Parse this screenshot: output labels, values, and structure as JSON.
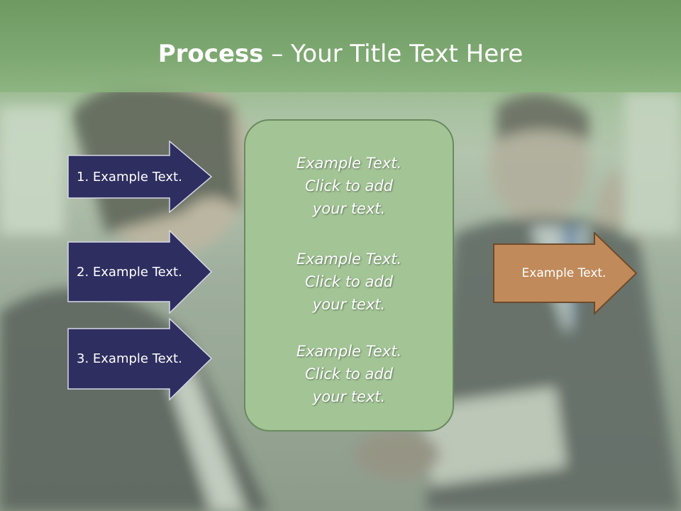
{
  "slide": {
    "title_bold": "Process",
    "title_rest": " – Your Title Text Here",
    "left_arrows": [
      {
        "label": "1. Example Text."
      },
      {
        "label": "2. Example Text."
      },
      {
        "label": "3. Example Text."
      }
    ],
    "center_box": {
      "paragraphs": [
        {
          "line1": "Example Text.",
          "line2": "Click  to add",
          "line3": "your text."
        },
        {
          "line1": "Example Text.",
          "line2": "Click  to add",
          "line3": "your text."
        },
        {
          "line1": "Example Text.",
          "line2": "Click  to add",
          "line3": "your text."
        }
      ]
    },
    "right_arrow": {
      "label": "Example Text."
    },
    "colors": {
      "title_band": "#7ea872",
      "left_arrow_fill": "#2e2e60",
      "center_box_fill": "#a3c596",
      "right_arrow_fill": "#c08a5a"
    }
  }
}
